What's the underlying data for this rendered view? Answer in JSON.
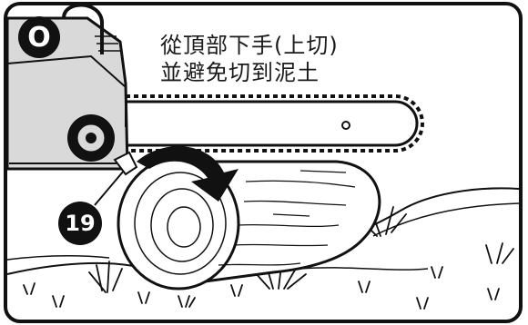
{
  "step_marker": "O",
  "reference_number": "19",
  "caption": {
    "line1": "從頂部下手(上切)",
    "line2": "並避免切到泥土"
  },
  "colors": {
    "line": "#111111",
    "saw_body": "#d9d9d9",
    "background": "#ffffff"
  },
  "icons": [
    "chainsaw-illustration",
    "log-illustration",
    "rotation-arrow-icon",
    "grass-illustration"
  ]
}
